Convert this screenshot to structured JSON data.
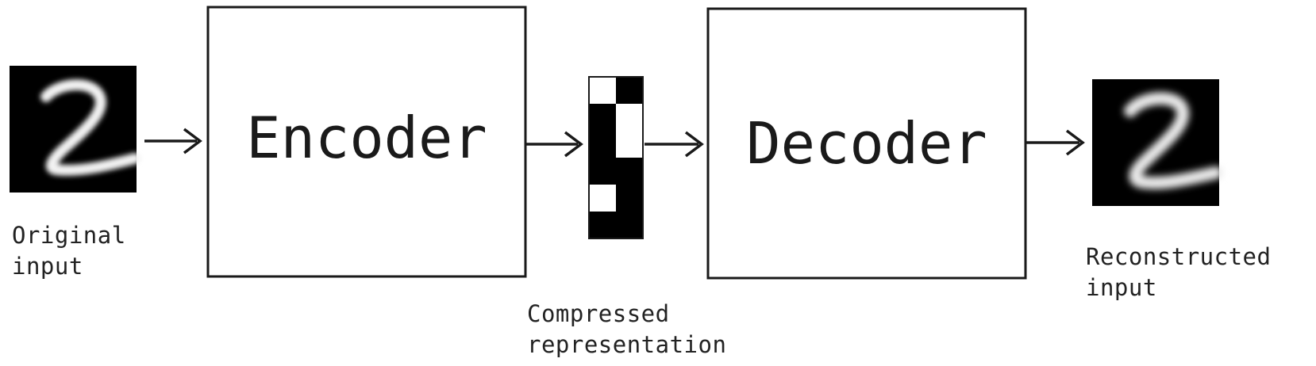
{
  "diagram": {
    "original_input": {
      "caption_line1": "Original",
      "caption_line2": "input",
      "image_depicts": "handwritten-digit-2"
    },
    "encoder": {
      "label": "Encoder"
    },
    "compressed_representation": {
      "caption_line1": "Compressed",
      "caption_line2": "representation",
      "pattern": [
        [
          0,
          1
        ],
        [
          1,
          0
        ],
        [
          1,
          0
        ],
        [
          1,
          1
        ],
        [
          0,
          1
        ],
        [
          1,
          1
        ]
      ]
    },
    "decoder": {
      "label": "Decoder"
    },
    "reconstructed_input": {
      "caption_line1": "Reconstructed",
      "caption_line2": "input",
      "image_depicts": "handwritten-digit-2"
    },
    "colors": {
      "stroke": "#1a1a1a",
      "image_bg": "#000000",
      "stroke_digit": "#f2f2f2",
      "cell_white": "#ffffff",
      "cell_black": "#000000"
    }
  }
}
